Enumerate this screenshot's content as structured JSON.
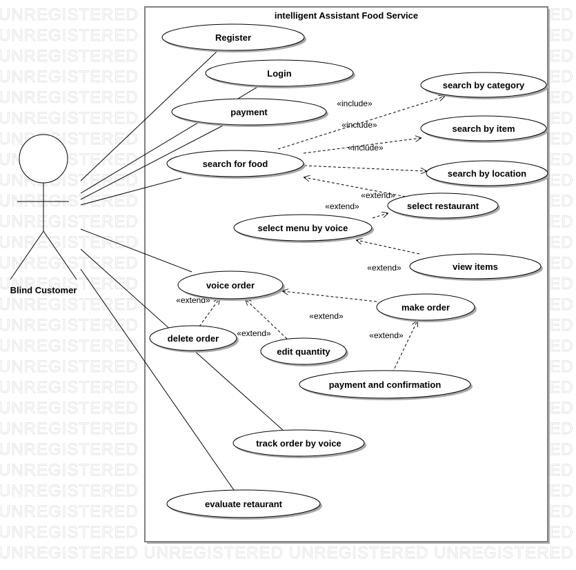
{
  "watermark": "UNREGISTERED UNREGISTERED UNREGISTERED UNREGISTERED UNREGISTERED",
  "system_title": "intelligent Assistant Food Service",
  "actor_label": "Blind Customer",
  "use_cases": {
    "register": "Register",
    "login": "Login",
    "payment": "payment",
    "search_for_food": "search for food",
    "search_by_category": "search by category",
    "search_by_item": "search by item",
    "search_by_location": "search by location",
    "select_restaurant": "select restaurant",
    "select_menu_by_voice": "select menu by voice",
    "view_items": "view items",
    "voice_order": "voice order",
    "make_order": "make order",
    "delete_order": "delete order",
    "edit_quantity": "edit quantity",
    "payment_and_confirmation": "payment and confirmation",
    "track_order_by_voice": "track order by voice",
    "evaluate_retaurant": "evaluate retaurant"
  },
  "relations": {
    "include_1": "«include»",
    "include_2": "«include»",
    "include_3": "«include»",
    "extend_select_restaurant_search": "«extend»",
    "extend_select_menu_restaurant": "«extend»",
    "extend_view_items_menu": "«extend»",
    "extend_delete_order": "«extend»",
    "extend_edit_quantity": "«extend»",
    "extend_make_order": "«extend»",
    "extend_payment_confirmation": "«extend»"
  }
}
